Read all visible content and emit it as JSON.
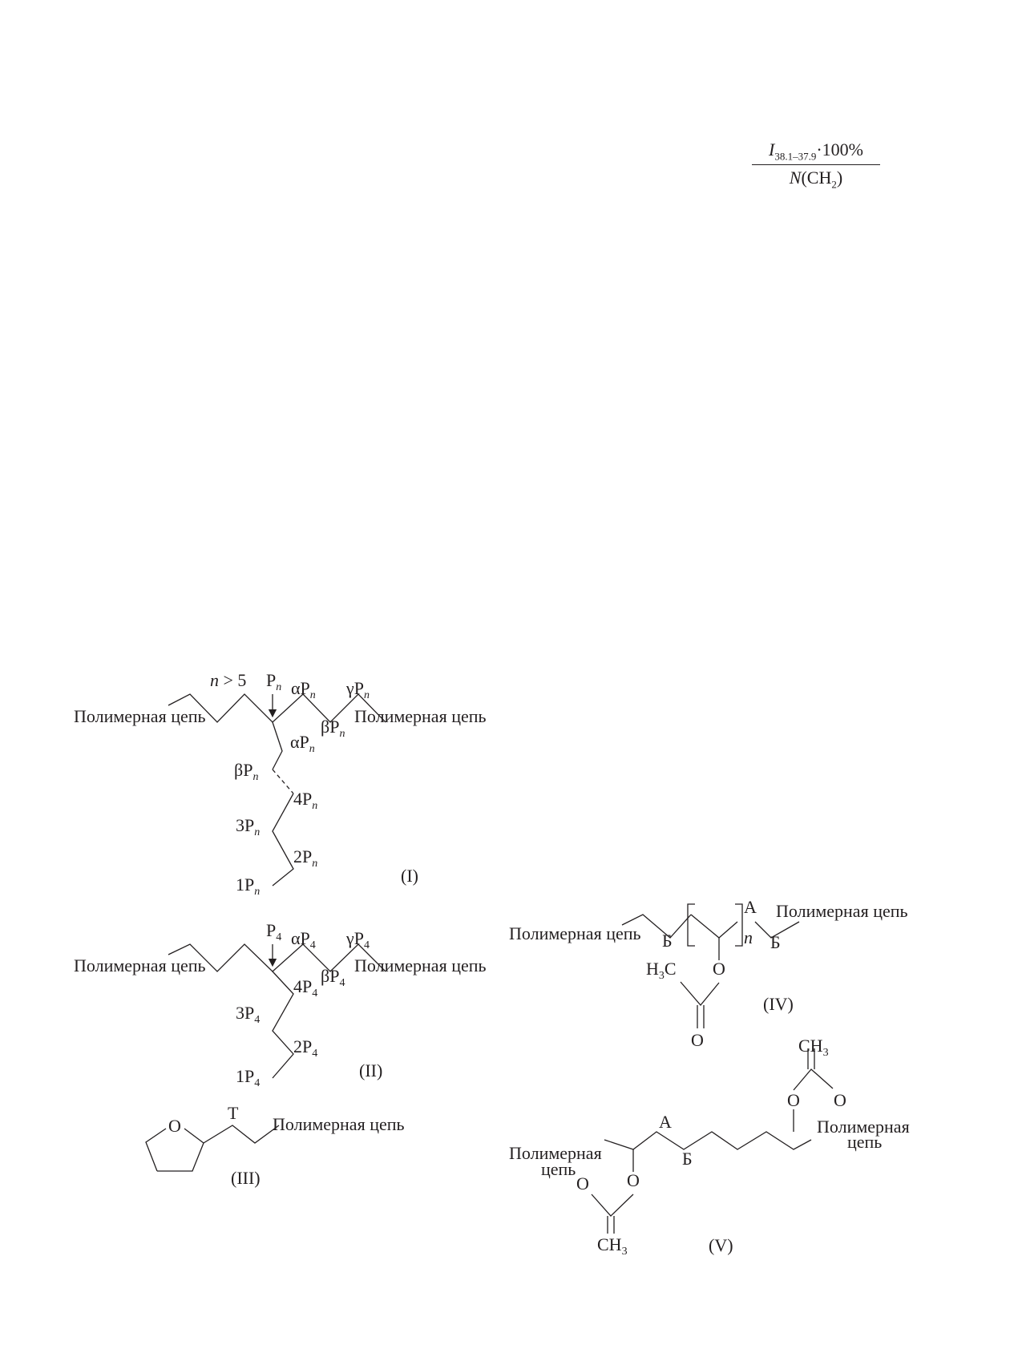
{
  "formula": {
    "num_symbol": "I",
    "num_subscript": "38.1–37.9",
    "num_tail": "·100%",
    "den_symbol": "N",
    "den_open": "(CH",
    "den_subscript": "2",
    "den_close": ")"
  },
  "labels": {
    "polymer_chain": "Полимерная цепь",
    "polymer_word": "Полимерная",
    "chain_word": "цепь"
  },
  "structure_I": {
    "caption": "(I)",
    "condition_var": "n",
    "condition_rest": " > 5",
    "branch": "P",
    "sub": "n",
    "alpha": "αP",
    "beta": "βP",
    "gamma": "γP",
    "pos4": "4P",
    "pos3": "3P",
    "pos2": "2P",
    "pos1": "1P"
  },
  "structure_II": {
    "caption": "(II)",
    "branch": "P",
    "sub": "4",
    "alpha": "αP",
    "beta": "βP",
    "gamma": "γP",
    "pos4": "4P",
    "pos3": "3P",
    "pos2": "2P",
    "pos1": "1P"
  },
  "structure_III": {
    "caption": "(III)",
    "ring_atom": "O",
    "carbon": "T"
  },
  "structure_IV": {
    "caption": "(IV)",
    "carbon_a": "А",
    "carbon_b": "Б",
    "repeat": "n",
    "methyl_h": "H",
    "methyl_sub": "3",
    "methyl_c": "C",
    "oxygen": "O"
  },
  "structure_V": {
    "caption": "(V)",
    "carbon_a": "А",
    "carbon_b": "Б",
    "methyl_ch": "CH",
    "methyl_sub": "3",
    "oxygen": "O"
  }
}
